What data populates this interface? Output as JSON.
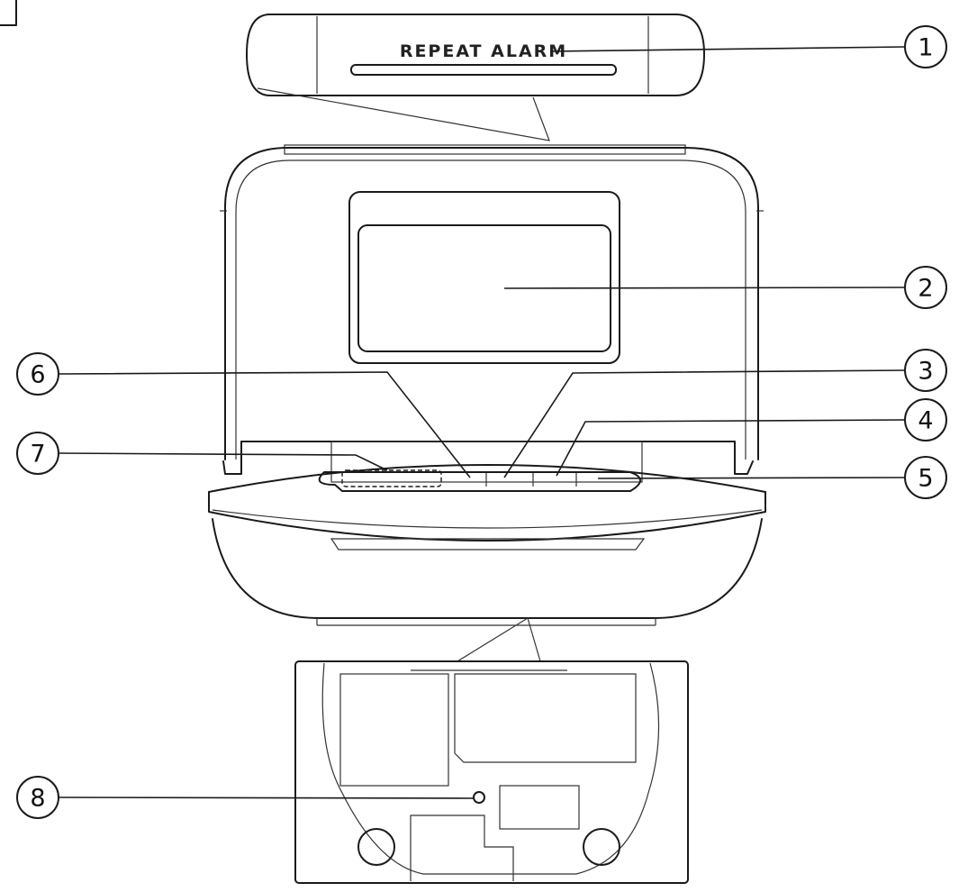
{
  "top_button": {
    "label": "REPEAT ALARM"
  },
  "callouts": [
    {
      "id": "1",
      "label": "1"
    },
    {
      "id": "2",
      "label": "2"
    },
    {
      "id": "3",
      "label": "3"
    },
    {
      "id": "4",
      "label": "4"
    },
    {
      "id": "5",
      "label": "5"
    },
    {
      "id": "6",
      "label": "6"
    },
    {
      "id": "7",
      "label": "7"
    },
    {
      "id": "8",
      "label": "8"
    }
  ],
  "colors": {
    "line": "#1a1a1a",
    "background": "#ffffff"
  }
}
